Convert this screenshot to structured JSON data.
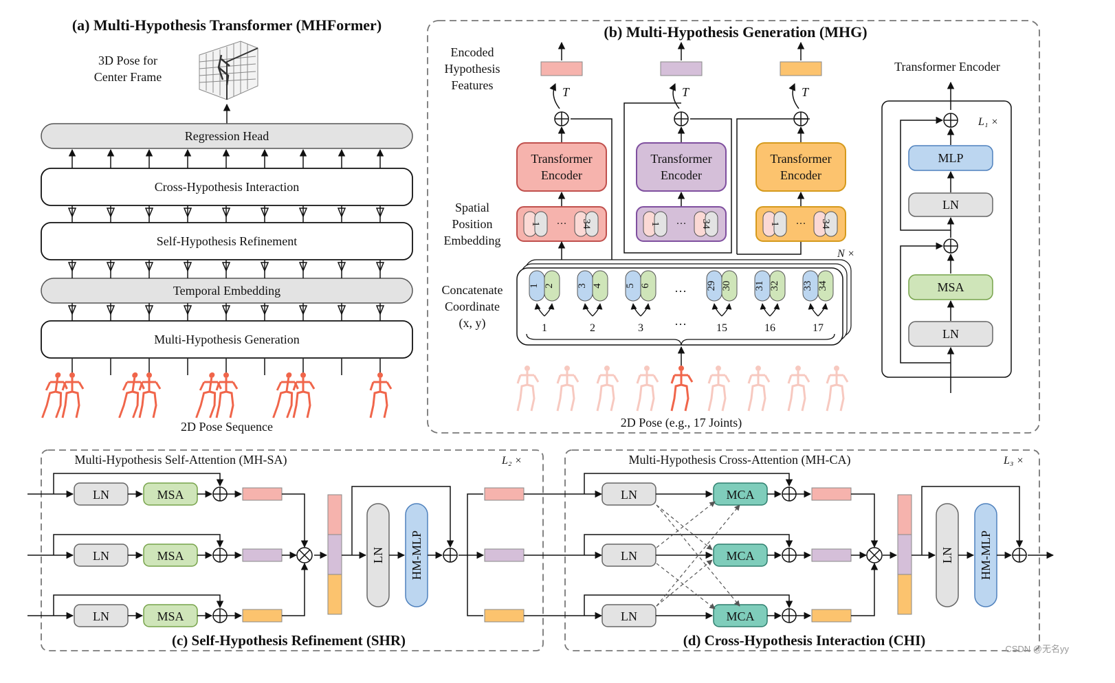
{
  "panel_a": {
    "title": "(a) Multi-Hypothesis Transformer (MHFormer)",
    "pose3d_caption_line1": "3D Pose for",
    "pose3d_caption_line2": "Center Frame",
    "regression_head": "Regression Head",
    "chi": "Cross-Hypothesis Interaction",
    "shr": "Self-Hypothesis Refinement",
    "temporal": "Temporal Embedding",
    "mhg": "Multi-Hypothesis Generation",
    "sequence_caption": "2D Pose Sequence"
  },
  "panel_b": {
    "title": "(b) Multi-Hypothesis Generation (MHG)",
    "encoded_line1": "Encoded",
    "encoded_line2": "Hypothesis",
    "encoded_line3": "Features",
    "spatial_line1": "Spatial",
    "spatial_line2": "Position",
    "spatial_line3": "Embedding",
    "concat_line1": "Concatenate",
    "concat_line2": "Coordinate",
    "concat_line3": "(x, y)",
    "te_line1": "Transformer",
    "te_line2": "Encoder",
    "t_symbol": "T",
    "n_times": "N ×",
    "spe_first": "1",
    "spe_last": "34",
    "spe_dots": "···",
    "coord_pairs": [
      [
        "1",
        "2"
      ],
      [
        "3",
        "4"
      ],
      [
        "5",
        "6"
      ],
      [
        "29",
        "30"
      ],
      [
        "31",
        "32"
      ],
      [
        "33",
        "34"
      ]
    ],
    "joint_labels": [
      "1",
      "2",
      "3",
      "15",
      "16",
      "17"
    ],
    "ellipsis": "···",
    "pose_caption": "2D Pose (e.g., 17 Joints)"
  },
  "transformer_encoder": {
    "title": "Transformer Encoder",
    "l1": "L₁ ×",
    "mlp": "MLP",
    "ln": "LN",
    "msa": "MSA"
  },
  "panel_c": {
    "header": "Multi-Hypothesis Self-Attention (MH-SA)",
    "l2": "L₂ ×",
    "ln": "LN",
    "msa": "MSA",
    "hm_mlp": "HM-MLP",
    "title": "(c) Self-Hypothesis Refinement (SHR)"
  },
  "panel_d": {
    "header": "Multi-Hypothesis Cross-Attention (MH-CA)",
    "l3": "L₃ ×",
    "ln": "LN",
    "mca": "MCA",
    "hm_mlp": "HM-MLP",
    "title": "(d) Cross-Hypothesis Interaction (CHI)"
  },
  "watermark": "CSDN @无名yy",
  "colors": {
    "pink": "#f6b3ad",
    "pink_stroke": "#c0504d",
    "purple": "#d5bfd9",
    "purple_stroke": "#7f4f9f",
    "orange": "#fcc36e",
    "orange_stroke": "#d59a1c",
    "gray": "#e3e3e3",
    "blue": "#bcd6f0",
    "green": "#cfe5b9",
    "teal": "#7fcdbb",
    "pose_red": "#f0654a"
  }
}
